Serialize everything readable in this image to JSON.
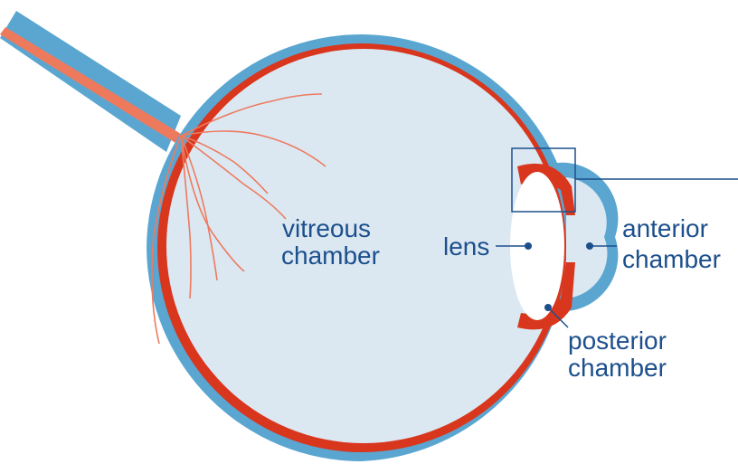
{
  "colors": {
    "outer_coat": "#5aa6d1",
    "choroid": "#d9361e",
    "vitreous": "#dbe8f2",
    "lens": "#ffffff",
    "nerve_core": "#ee7a5e",
    "vessels": "#ee7a5e",
    "label_text": "#1c4f8c",
    "leader": "#1c4f8c",
    "callout_box": "#1c4f8c"
  },
  "labels": {
    "vitreous_l1": "vitreous",
    "vitreous_l2": "chamber",
    "lens": "lens",
    "anterior_l1": "anterior",
    "anterior_l2": "chamber",
    "posterior_l1": "posterior",
    "posterior_l2": "chamber"
  }
}
